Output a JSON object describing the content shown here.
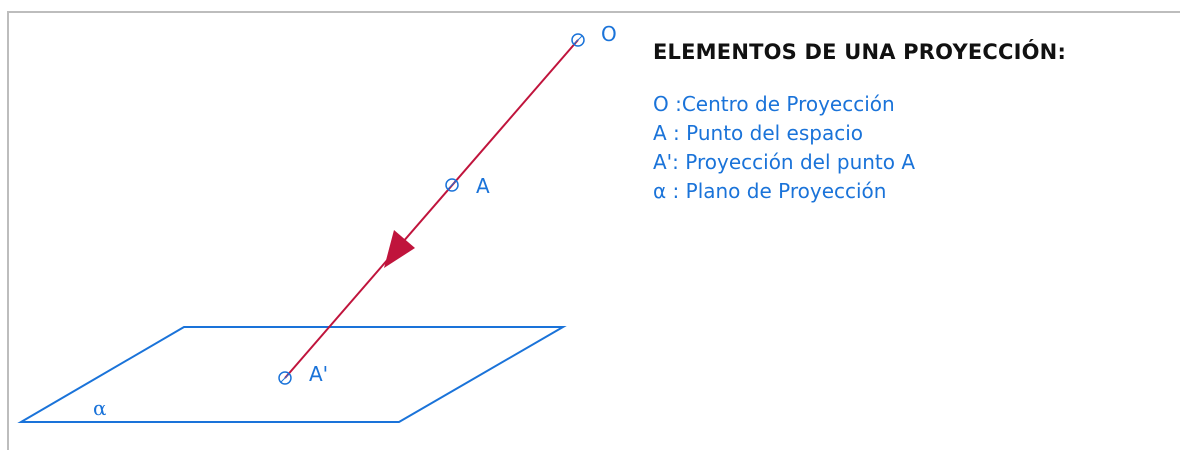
{
  "colors": {
    "plane": "#1a73d9",
    "ray": "#c0143c",
    "label": "#1a73d9",
    "title": "#111111",
    "frame": "#bdbdbd"
  },
  "points": {
    "center": "O",
    "space": "A",
    "projection": "A'"
  },
  "plane_label": "α",
  "legend": {
    "title": "ELEMENTOS DE UNA PROYECCIÓN:",
    "items": [
      "O :Centro de Proyección",
      "A : Punto del espacio",
      "A': Proyección del punto A",
      "α : Plano de Proyección"
    ]
  }
}
